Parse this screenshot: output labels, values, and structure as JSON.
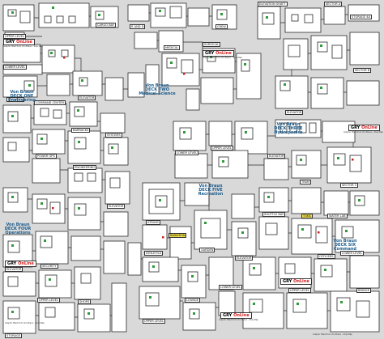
{
  "colors": {
    "background": "#d9d9d9",
    "room_fill": "#ffffff",
    "wall": "#2a2a2a",
    "deck_title": "#1a5b8c",
    "logo_red": "#d21b1b",
    "marker_green": "#2e9a3a",
    "marker_red": "#c42020",
    "warning_yellow": "#f1e24a"
  },
  "logo": {
    "prefix": "GRY",
    "suffix": "OnLine"
  },
  "credit": "Graphic filled from Von Braun - Ship Map",
  "decks": {
    "two": "Von Braun\nDECK TWO\nMedical-Science",
    "one": "Von Braun\nDECK ONE\nEngineering",
    "three": "Von Braun\nDECK THREE\nHydroponics",
    "five": "Von Braun\nDECK FIVE\nRecreation",
    "four": "Von Braun\nDECK FOUR\nOperations",
    "six": "Von Braun\nDECK SIX\nCommand"
  },
  "labels": {
    "upper_level": "UPPER LEVEL",
    "lower_level": "LOWER LEVEL",
    "security": "SECURITY",
    "elevator": "ELEVATOR",
    "cargo_bay": "CARGO BAY",
    "storage": "STORAGE",
    "storage_4a": "STORAGE 4A",
    "sector_a": "SECTOR A",
    "sector_b": "SECTOR B",
    "sector_c": "SECTOR C",
    "elevation": "ELEVATION SHAFT",
    "medical": "MEDICAL",
    "surgical": "SURGICAL",
    "crew": "CREW",
    "r_and_d": "R AND D",
    "command_center": "COMMAND CENTER",
    "barracks": "BARRACKS",
    "power_ops": "POWER OPS",
    "systems": "SYSTEMS",
    "engineering": "ENGINEERING",
    "tram": "TRAM",
    "atrium": "ATRIUM",
    "lounge": "LOUNGE",
    "garden": "GARDEN",
    "athletics": "ATHLETICS",
    "bridge": "BRIDGE",
    "officers": "OFFICERS",
    "shops": "SHOPS",
    "shuttle_bay": "SHUTTLE BAY",
    "water_lab": "WATER LAB",
    "radiation": "RADIATION",
    "toxic": "TOXIC"
  }
}
